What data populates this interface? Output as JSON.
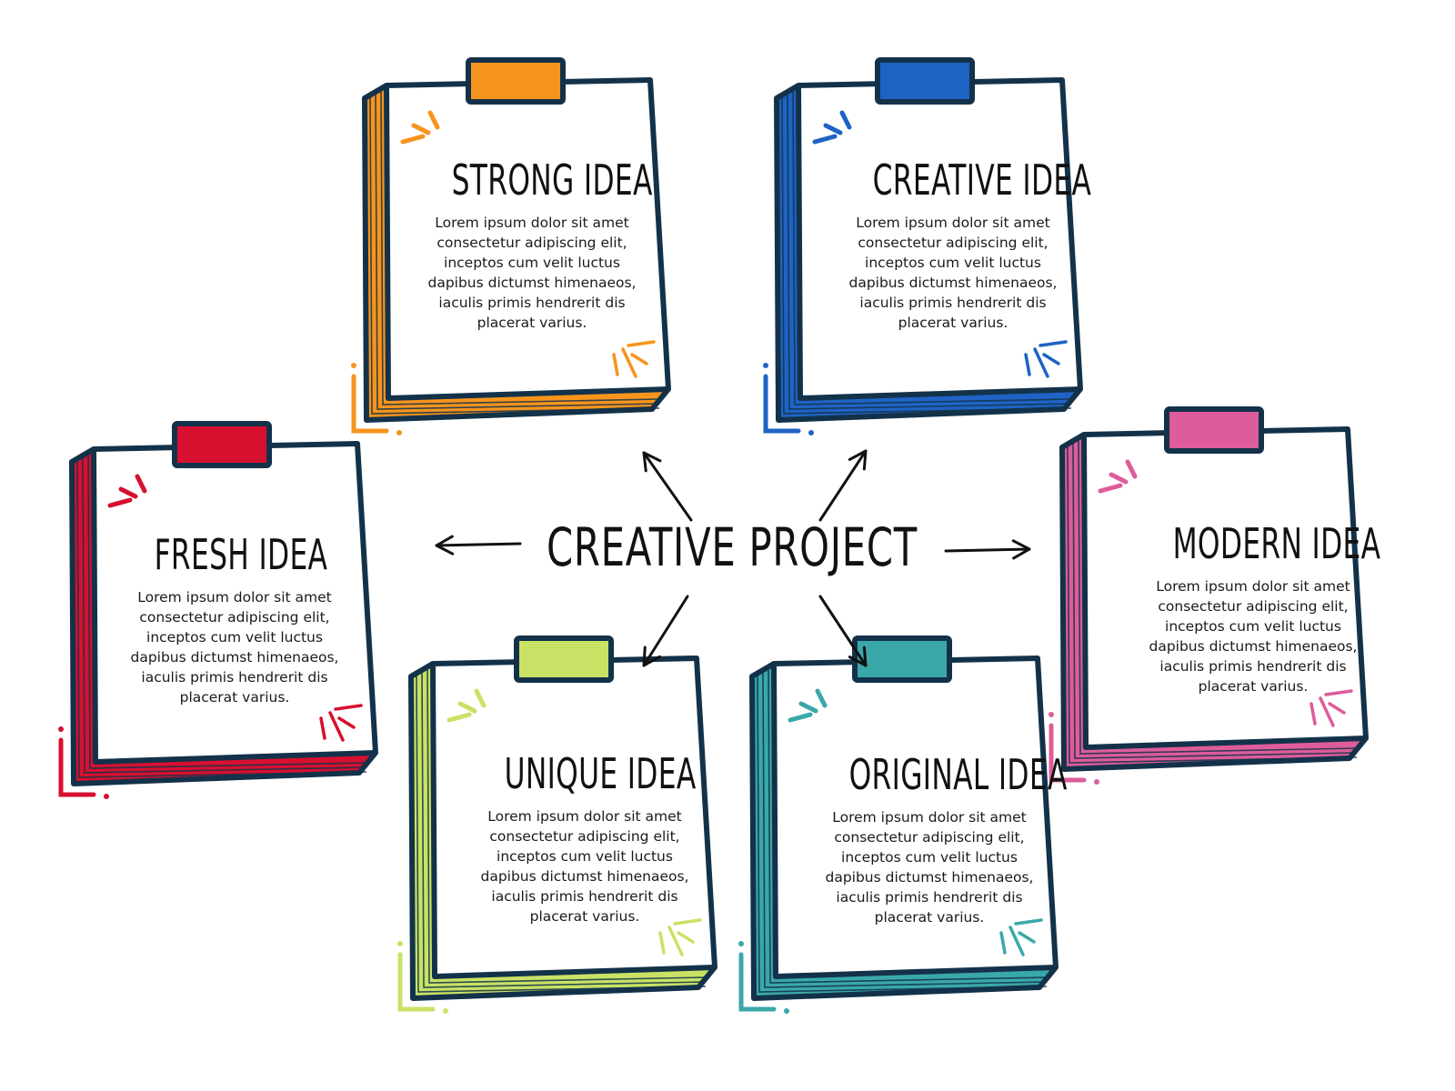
{
  "center": {
    "title": "CREATIVE PROJECT"
  },
  "colors": {
    "outline": "#13324a",
    "orange": "#f7941d",
    "blue": "#1f63c4",
    "red": "#d7102f",
    "pink": "#de5c9a",
    "lime": "#c9e265",
    "teal": "#3aa8a9",
    "arrow": "#111111"
  },
  "cards": [
    {
      "title": "STRONG IDEA",
      "accent": "orange",
      "body": "Lorem ipsum dolor sit amet consectetur adipiscing elit, inceptos cum velit luctus dapibus dictumst himenaeos, iaculis primis hendrerit dis placerat varius."
    },
    {
      "title": "CREATIVE IDEA",
      "accent": "blue",
      "body": "Lorem ipsum dolor sit amet consectetur adipiscing elit, inceptos cum velit luctus dapibus dictumst himenaeos, iaculis primis hendrerit dis placerat varius."
    },
    {
      "title": "FRESH IDEA",
      "accent": "red",
      "body": "Lorem ipsum dolor sit amet consectetur adipiscing elit, inceptos cum velit luctus dapibus dictumst himenaeos, iaculis primis hendrerit dis placerat varius."
    },
    {
      "title": "MODERN IDEA",
      "accent": "pink",
      "body": "Lorem ipsum dolor sit amet consectetur adipiscing elit, inceptos cum velit luctus dapibus dictumst himenaeos, iaculis primis hendrerit dis placerat varius."
    },
    {
      "title": "UNIQUE IDEA",
      "accent": "lime",
      "body": "Lorem ipsum dolor sit amet consectetur adipiscing elit, inceptos cum velit luctus dapibus dictumst himenaeos, iaculis primis hendrerit dis placerat varius."
    },
    {
      "title": "ORIGINAL IDEA",
      "accent": "teal",
      "body": "Lorem ipsum dolor sit amet consectetur adipiscing elit, inceptos cum velit luctus dapibus dictumst himenaeos, iaculis primis hendrerit dis placerat varius."
    }
  ]
}
